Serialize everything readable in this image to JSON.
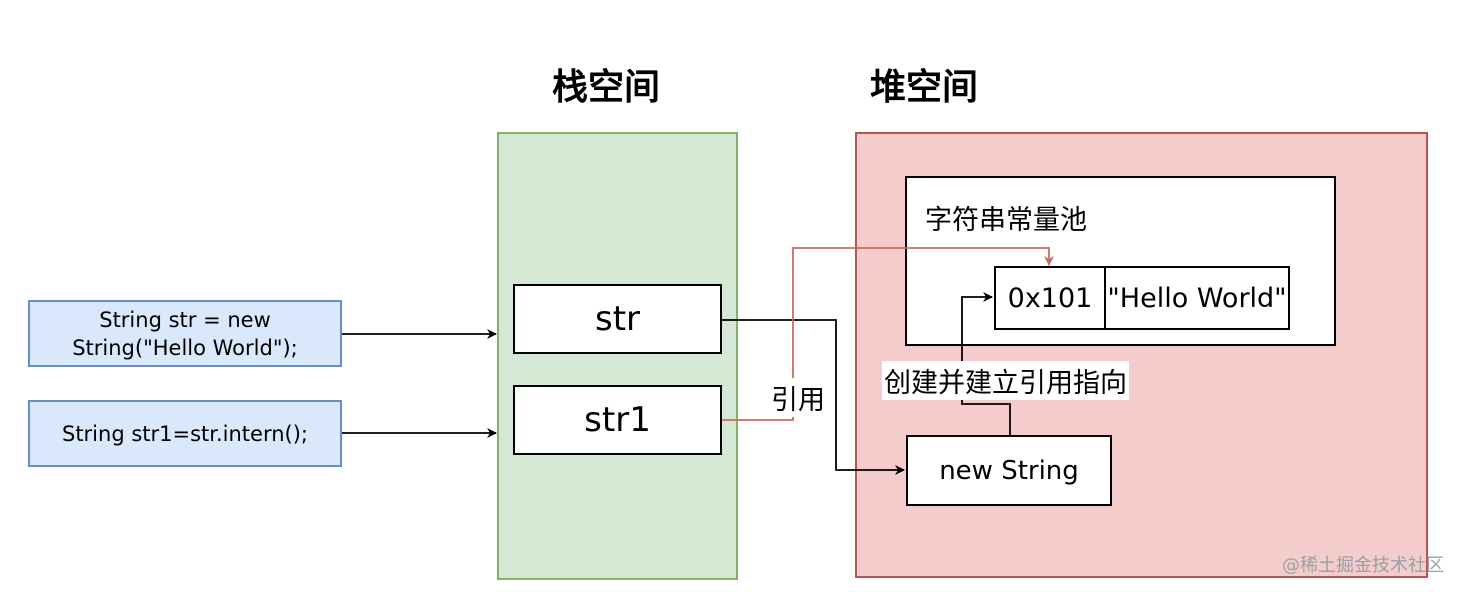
{
  "titles": {
    "stack": "栈空间",
    "heap": "堆空间"
  },
  "code": {
    "line1": "String str = new String(\"Hello World\");",
    "line2": "String str1=str.intern();"
  },
  "stack": {
    "var1": "str",
    "var2": "str1"
  },
  "heap": {
    "pool_title": "字符串常量池",
    "address": "0x101",
    "value": "\"Hello World\"",
    "new_string": "new String"
  },
  "edge_labels": {
    "reference": "引用",
    "create_ref": "创建并建立引用指向"
  },
  "watermark": "@稀土掘金技术社区",
  "colors": {
    "stack_fill": "#d5e8d4",
    "stack_stroke": "#82b366",
    "heap_fill": "#f4cccc",
    "heap_stroke": "#b85450",
    "code_fill": "#dae8fc",
    "code_stroke": "#6c8ebf",
    "ref_arrow": "#cc6b62"
  }
}
